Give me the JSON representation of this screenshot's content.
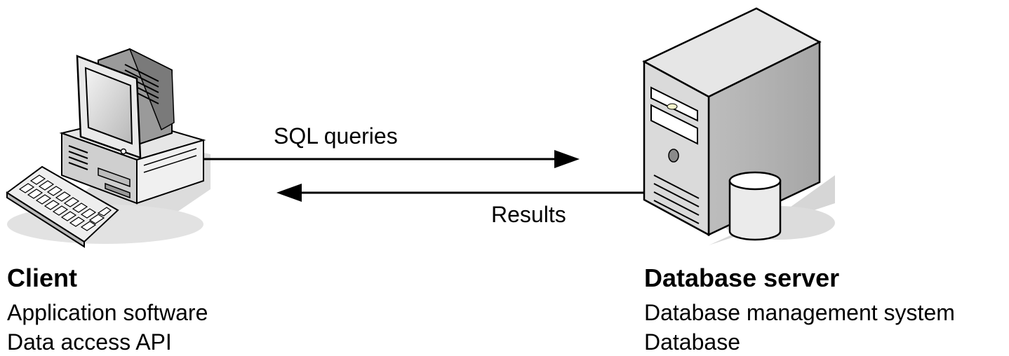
{
  "edges": {
    "request": {
      "label": "SQL queries"
    },
    "response": {
      "label": "Results"
    }
  },
  "client": {
    "title": "Client",
    "lines": [
      "Application software",
      "Data access API"
    ],
    "icon": "desktop-computer-icon"
  },
  "server": {
    "title": "Database server",
    "lines": [
      "Database management system",
      "Database"
    ],
    "icon": "server-tower-icon"
  },
  "colors": {
    "line": "#000000",
    "shadow": "#d8d8d8",
    "light_gray": "#e8e8e8",
    "mid_gray": "#c8c8c8",
    "dark_gray": "#9a9a9a"
  }
}
